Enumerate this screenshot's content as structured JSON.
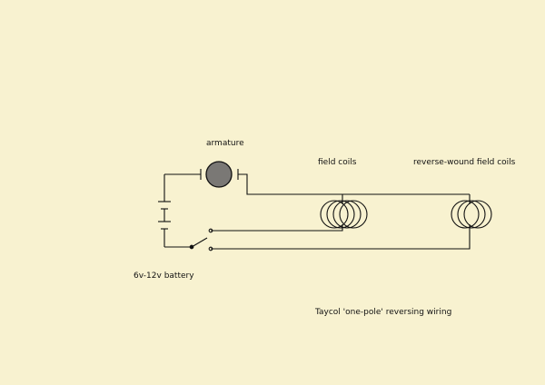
{
  "labels": {
    "armature": "armature",
    "field_coils": "field coils",
    "reverse_coils": "reverse-wound field coils",
    "battery": "6v-12v battery",
    "caption": "Taycol 'one-pole' reversing wiring"
  },
  "colors": {
    "background": "#f8f2d0",
    "wire": "#111111",
    "armature_fill": "#7a7875"
  }
}
